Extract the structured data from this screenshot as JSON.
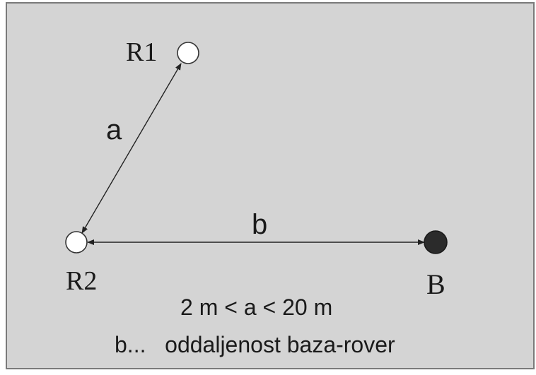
{
  "colors": {
    "background": "#d4d4d4",
    "border": "#7a7a7a",
    "line": "#222222",
    "open_point_fill": "#ffffff",
    "base_point_fill": "#2b2b2b"
  },
  "points": {
    "r1_label": "R1",
    "r2_label": "R2",
    "base_label": "B"
  },
  "segments": {
    "a_label": "a",
    "b_label": "b"
  },
  "notes": {
    "constraint": "2 m < a < 20 m",
    "legend": "b...   oddaljenost baza-rover"
  }
}
